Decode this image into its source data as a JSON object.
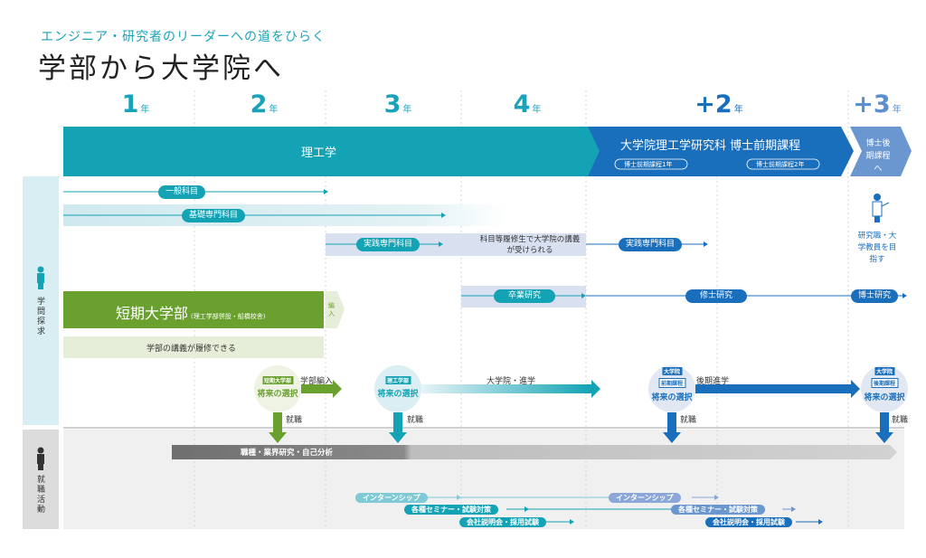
{
  "header": {
    "subtitle": "エンジニア・研究者のリーダーへの道をひらく",
    "title": "学部から大学院へ"
  },
  "years": [
    {
      "num": "1",
      "unit": "年"
    },
    {
      "num": "2",
      "unit": "年"
    },
    {
      "num": "3",
      "unit": "年"
    },
    {
      "num": "4",
      "unit": "年"
    },
    {
      "num": "+2",
      "unit": "年"
    },
    {
      "num": "+3",
      "unit": "年"
    }
  ],
  "banner": {
    "undergrad": "理工学",
    "master": "大学院理工学研究科 博士前期課程",
    "master_y1": "博士前期課程1年",
    "master_y2": "博士前期課程2年",
    "doctor": "博士後期課程へ"
  },
  "sections": {
    "study": "学問探求",
    "career": "就職活動"
  },
  "rows": {
    "general": "一般科目",
    "basic": "基礎専門科目",
    "practical": "実践専門科目",
    "practical_grad": "実践専門科目",
    "auditing": "科目等履修生で大学院の講義が受けられる",
    "graduation": "卒業研究",
    "master_research": "修士研究",
    "doctor_research": "博士研究",
    "junior": "短期大学部",
    "junior_note": "(理工学部併設・船橋校舎)",
    "transfer": "編入",
    "junior_courses": "学部の講義が履修できる",
    "researcher_goal": "研究職・大学教員を目指す"
  },
  "choices": [
    {
      "tag": "短期大学部",
      "label": "将来の選択",
      "next": "学部編入",
      "job": "就職",
      "color": "#6aa12e"
    },
    {
      "tag": "理工学部",
      "label": "将来の選択",
      "next": "大学院・進学",
      "job": "就職",
      "color": "#13a3b5"
    },
    {
      "tag": "大学院",
      "tag2": "前期課程",
      "label": "将来の選択",
      "next": "後期進学",
      "job": "就職",
      "color": "#1a6fbd"
    },
    {
      "tag": "大学院",
      "tag2": "後期課程",
      "label": "将来の選択",
      "job": "就職",
      "color": "#1a6fbd"
    }
  ],
  "career": {
    "analysis": "職種・業界研究・自己分析",
    "intern1": "インターンシップ",
    "intern2": "インターンシップ",
    "seminar1": "各種セミナー・試験対策",
    "seminar2": "各種セミナー・試験対策",
    "recruit1": "会社説明会・採用試験",
    "recruit2": "会社説明会・採用試験"
  }
}
